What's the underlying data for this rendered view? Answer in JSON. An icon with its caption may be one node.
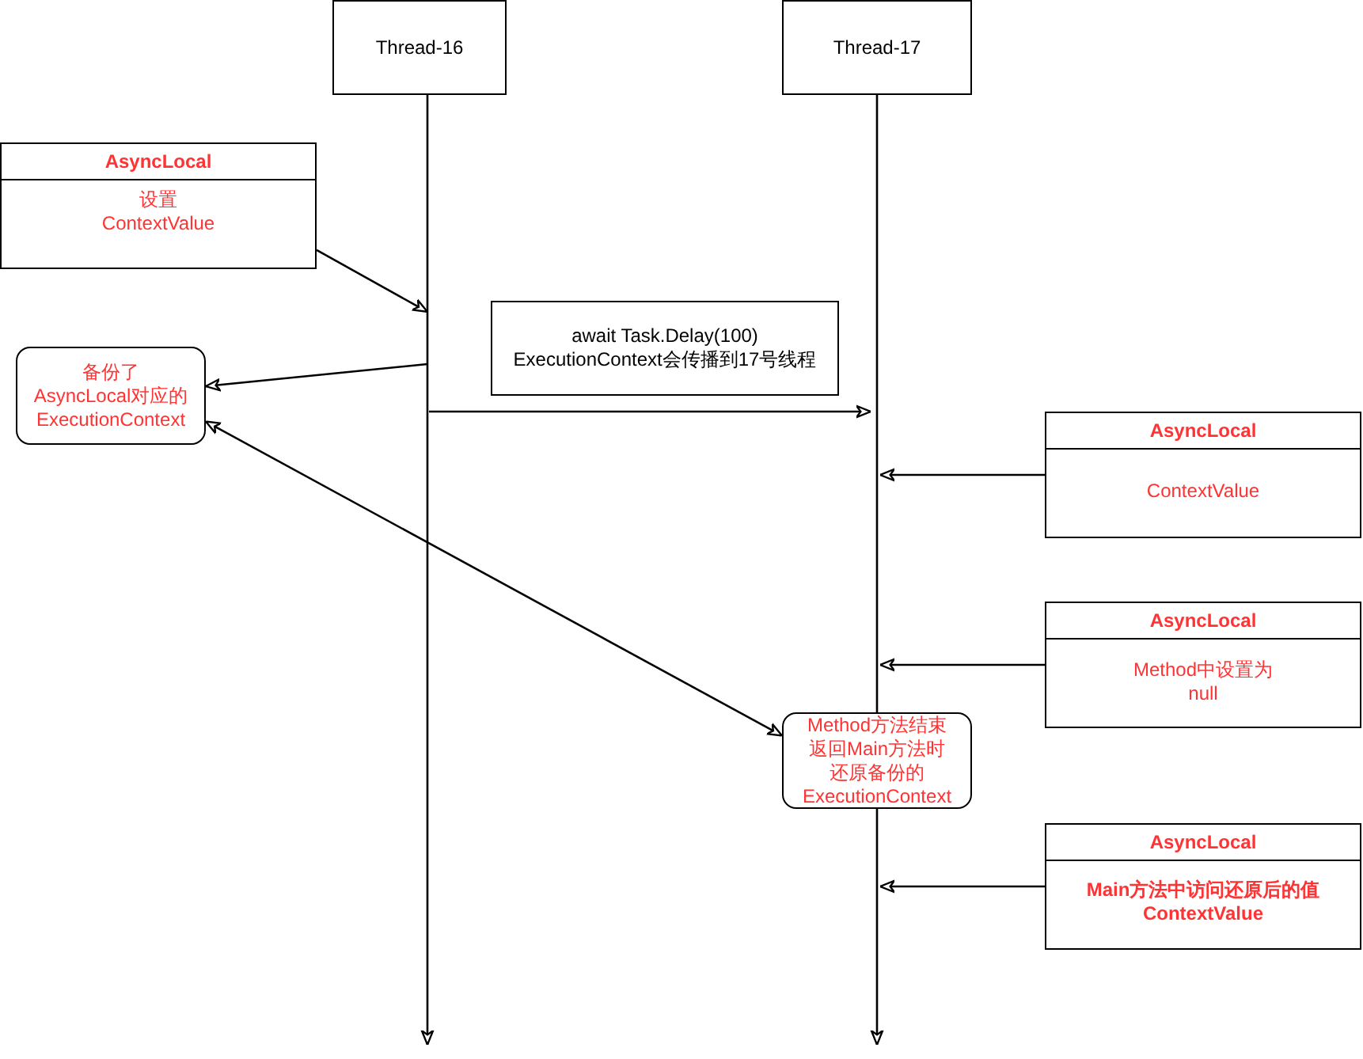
{
  "diagram": {
    "nodes": [
      {
        "text": [
          "Thread-16"
        ]
      },
      {
        "text": [
          "Thread-17"
        ]
      },
      {
        "text": [
          "AsyncLocal",
          "设置 ContextValue"
        ]
      },
      {
        "text": [
          "await Task.Delay(100) ExecutionContext会传播到17号线程"
        ]
      },
      {
        "text": [
          "备份了 AsyncLocal对应的 ExecutionContext"
        ]
      },
      {
        "text": [
          "AsyncLocal",
          "ContextValue"
        ]
      },
      {
        "text": [
          "AsyncLocal",
          "Method中设置为 null"
        ]
      },
      {
        "text": [
          "Method方法结束返回Main方法时还原备份的 ExecutionContext"
        ]
      },
      {
        "text": [
          "AsyncLocal",
          "Main方法中访问还原后的值 ContextValue"
        ]
      }
    ],
    "edges": [
      {
        "from": 0,
        "to": null,
        "arrow": "to"
      },
      {
        "from": 1,
        "to": 7,
        "arrow": "none"
      },
      {
        "from": 7,
        "to": null,
        "arrow": "to"
      },
      {
        "from": 2,
        "to": null,
        "arrow": "to"
      },
      {
        "from": null,
        "to": 4,
        "arrow": "to"
      },
      {
        "from": 4,
        "to": 7,
        "arrow": "both"
      },
      {
        "from": 5,
        "to": null,
        "arrow": "to"
      },
      {
        "from": 6,
        "to": null,
        "arrow": "to"
      },
      {
        "from": 8,
        "to": null,
        "arrow": "to"
      }
    ]
  }
}
